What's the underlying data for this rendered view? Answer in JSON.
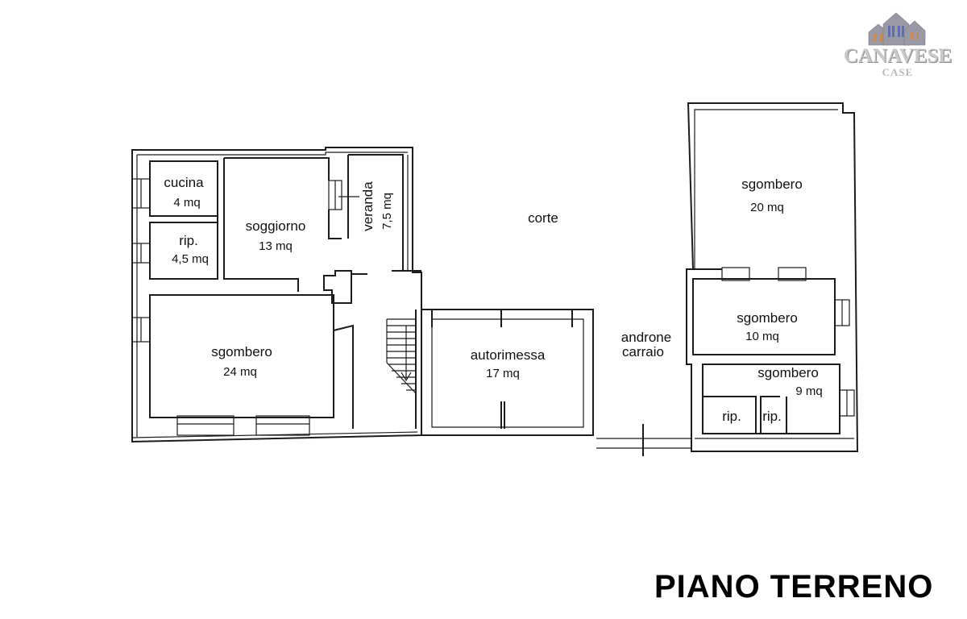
{
  "logo": {
    "brand": "CANAVESE",
    "sub": "CASE"
  },
  "title": "PIANO TERRENO",
  "areas": {
    "corte": "corte",
    "androne_line1": "androne",
    "androne_line2": "carraio"
  },
  "rooms": {
    "cucina": {
      "name": "cucina",
      "area": "4 mq"
    },
    "rip_left": {
      "name": "rip.",
      "area": "4,5 mq"
    },
    "soggiorno": {
      "name": "soggiorno",
      "area": "13 mq"
    },
    "veranda": {
      "name": "veranda",
      "area": "7,5 mq"
    },
    "sgombero_left": {
      "name": "sgombero",
      "area": "24 mq"
    },
    "autorimessa": {
      "name": "autorimessa",
      "area": "17 mq"
    },
    "sgombero_right_top": {
      "name": "sgombero",
      "area": "20 mq"
    },
    "sgombero_right_mid": {
      "name": "sgombero",
      "area": "10 mq"
    },
    "sgombero_right_low": {
      "name": "sgombero",
      "area": "9 mq"
    },
    "rip_right_a": {
      "name": "rip."
    },
    "rip_right_b": {
      "name": "rip."
    }
  },
  "colors": {
    "walls": "#1c1c1c",
    "text": "#111111",
    "logo_grey": "#c9c9c9"
  }
}
